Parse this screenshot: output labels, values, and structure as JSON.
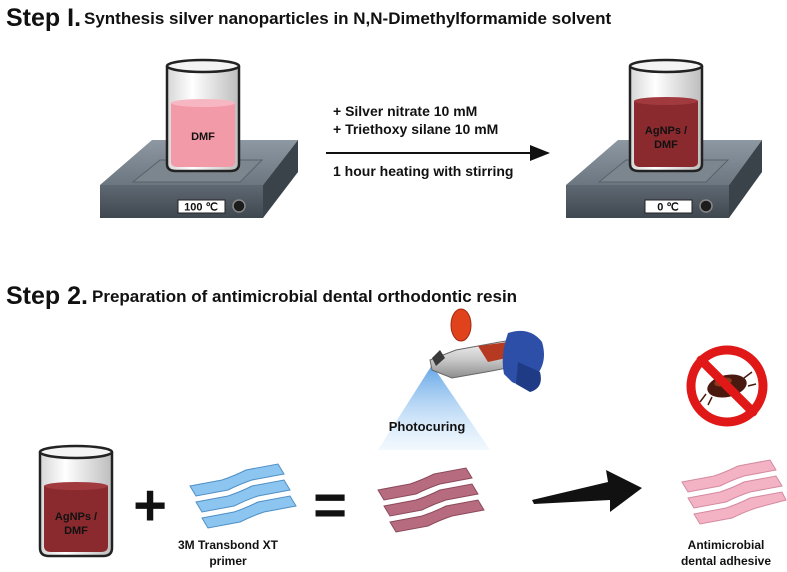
{
  "step1": {
    "label": "Step I.",
    "title": "Synthesis silver nanoparticles in N,N-Dimethylformamide solvent",
    "beaker_left_label": "DMF",
    "beaker_right_label_line1": "AgNPs /",
    "beaker_right_label_line2": "DMF",
    "hotplate_left_display": "100 ℃",
    "hotplate_right_display": "0 ℃",
    "reagent_line1": "+ Silver nitrate 10 mM",
    "reagent_line2": "+ Triethoxy silane 10 mM",
    "condition": "1 hour heating with stirring"
  },
  "step2": {
    "label": "Step 2.",
    "title": "Preparation of antimicrobial dental orthodontic resin",
    "beaker_label_line1": "AgNPs /",
    "beaker_label_line2": "DMF",
    "plus_sign": "+",
    "equals_sign": "=",
    "primer_label_line1": "3M Transbond XT",
    "primer_label_line2": "primer",
    "photocuring_label": "Photocuring",
    "result_label_line1": "Antimicrobial",
    "result_label_line2": "dental adhesive"
  },
  "colors": {
    "dmf_pink": "#f39aa8",
    "agnps_dark_red": "#8a2a2e",
    "primer_blue": "#8cc6f0",
    "cured_mauve": "#b76b7f",
    "adhesive_pink": "#f4b3c4",
    "hotplate_gray": "#5d6670",
    "prohibition_red": "#e01818"
  }
}
